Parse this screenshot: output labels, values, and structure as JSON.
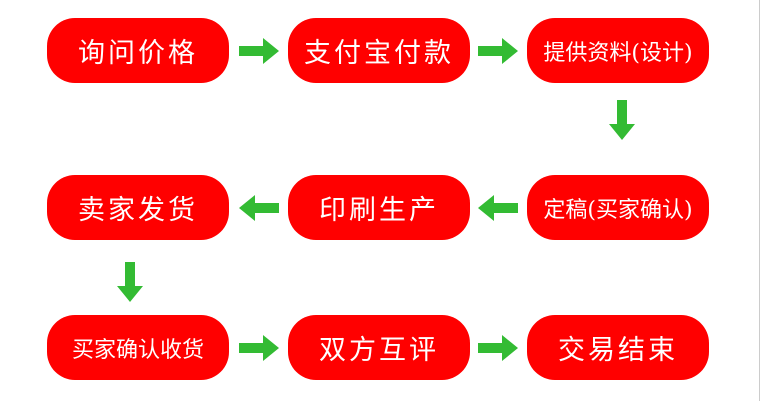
{
  "colors": {
    "box": "#ff0000",
    "arrow": "#33bb33",
    "text": "#ffffff"
  },
  "steps": [
    {
      "label": "询问价格"
    },
    {
      "label": "支付宝付款"
    },
    {
      "label": "提供资料(设计)"
    },
    {
      "label": "定稿(买家确认)"
    },
    {
      "label": "印刷生产"
    },
    {
      "label": "卖家发货"
    },
    {
      "label": "买家确认收货"
    },
    {
      "label": "双方互评"
    },
    {
      "label": "交易结束"
    }
  ]
}
